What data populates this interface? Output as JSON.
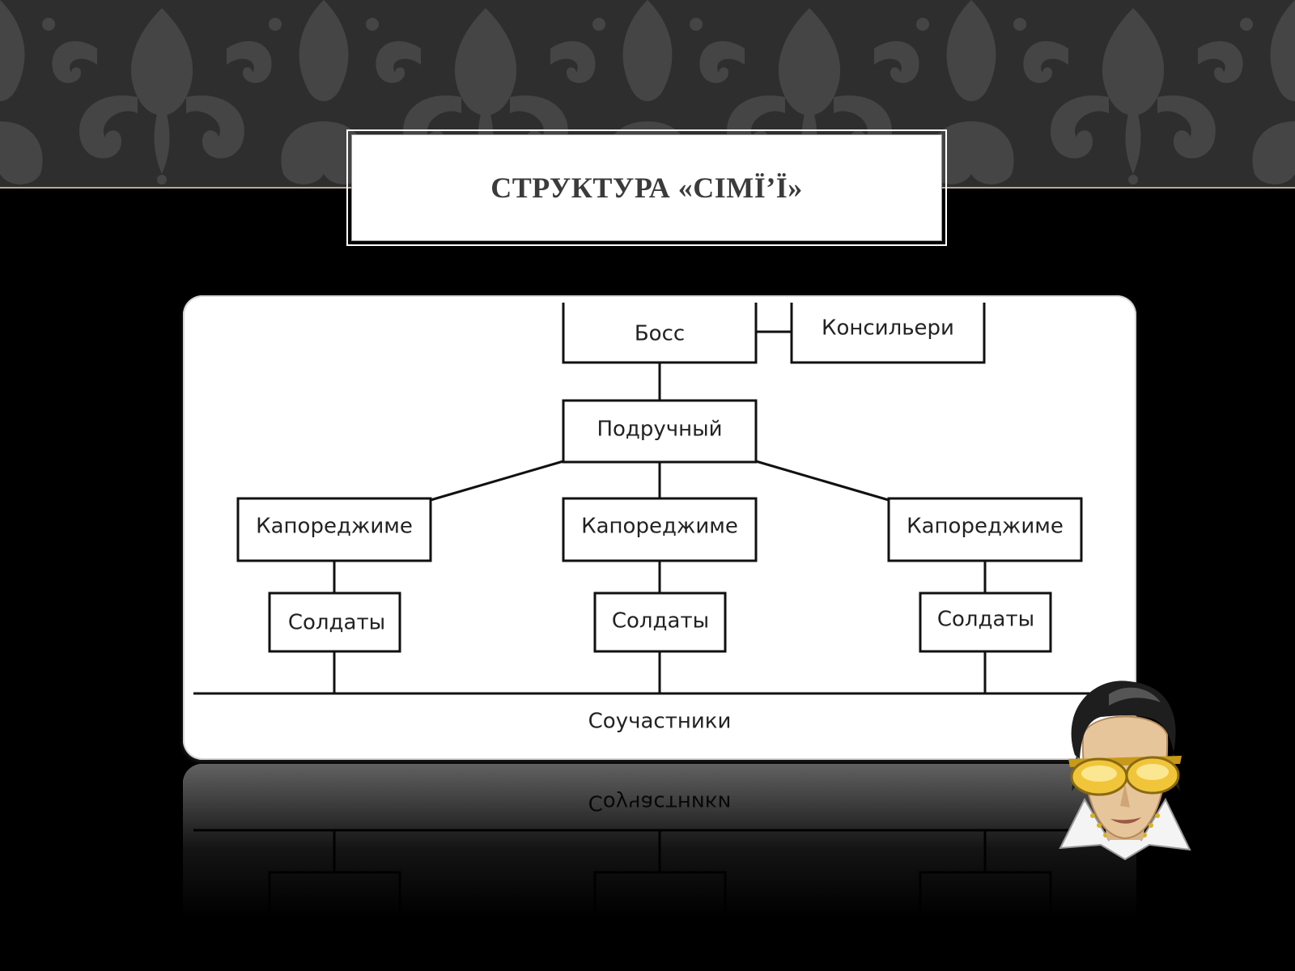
{
  "slide": {
    "title": "СТРУКТУРА «СІМЇ’Ї»"
  },
  "diagram": {
    "nodes": {
      "boss": "Босс",
      "consigliere": "Консильери",
      "underboss": "Подручный",
      "capo_left": "Капореджиме",
      "capo_center": "Капореджиме",
      "capo_right": "Капореджиме",
      "soldiers_left": "Солдаты",
      "soldiers_center": "Солдаты",
      "soldiers_right": "Солдаты",
      "associates": "Соучастники"
    },
    "edges": [
      [
        "boss",
        "consigliere"
      ],
      [
        "boss",
        "underboss"
      ],
      [
        "underboss",
        "capo_left"
      ],
      [
        "underboss",
        "capo_center"
      ],
      [
        "underboss",
        "capo_right"
      ],
      [
        "capo_left",
        "soldiers_left"
      ],
      [
        "capo_center",
        "soldiers_center"
      ],
      [
        "capo_right",
        "soldiers_right"
      ],
      [
        "soldiers_left",
        "associates"
      ],
      [
        "soldiers_center",
        "associates"
      ],
      [
        "soldiers_right",
        "associates"
      ]
    ]
  },
  "decoration": {
    "banner_pattern": "damask-pattern",
    "mascot": "cartoon-head-with-sunglasses",
    "colors": {
      "banner_bg": "#2e2e2e",
      "banner_pattern": "#454545",
      "banner_line": "#b8ad94",
      "title_text": "#3b3b3b",
      "slide_bg": "#000000",
      "panel_bg": "#ffffff"
    }
  }
}
